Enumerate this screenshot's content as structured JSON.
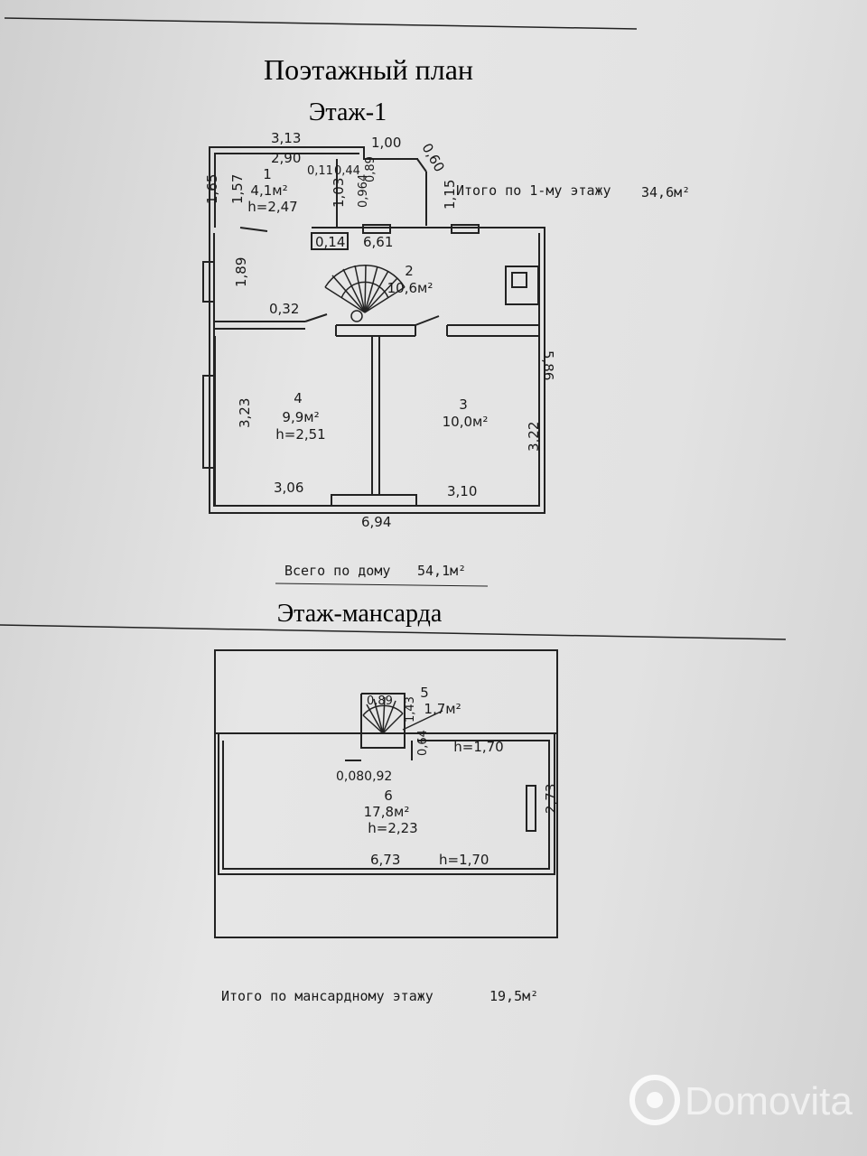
{
  "title": "Поэтажный план",
  "floor1": {
    "heading": "Этаж-1",
    "total_note": "Итого по 1-му этажу",
    "total_area": "34,6м²",
    "rooms": [
      {
        "num": "1",
        "area": "4,1м²",
        "height": "h=2,47"
      },
      {
        "num": "2",
        "area": "10,6м²",
        "height": ""
      },
      {
        "num": "3",
        "area": "10,0м²",
        "height": ""
      },
      {
        "num": "4",
        "area": "9,9м²",
        "height": "h=2,51"
      }
    ],
    "dims": {
      "d313": "3,13",
      "d290": "2,90",
      "d100": "1,00",
      "d060": "0,60",
      "d011": "0,11",
      "d044": "0,44",
      "d089": "0,89",
      "d165": "1,65",
      "d157": "1,57",
      "d103": "1,03",
      "d0964": "0,964",
      "d115": "1,15",
      "d014": "0,14",
      "d661": "6,61",
      "d189": "1,89",
      "d032": "0,32",
      "d586": "5,86",
      "d323": "3,23",
      "d322": "3,22",
      "d306": "3,06",
      "d310": "3,10",
      "d694": "6,94"
    }
  },
  "house_total_note": "Всего по дому",
  "house_total_area": "54,1м²",
  "attic": {
    "heading": "Этаж-мансарда",
    "total_note": "Итого по мансардному этажу",
    "total_area": "19,5м²",
    "rooms": [
      {
        "num": "5",
        "area": "1,7м²",
        "height": "h=1,70"
      },
      {
        "num": "6",
        "area": "17,8м²",
        "height": "h=2,23"
      }
    ],
    "dims": {
      "d089": "0,89",
      "d143": "1,43",
      "d064": "0,64",
      "d008092": "0,080,92",
      "d273": "2,73",
      "d673": "6,73",
      "dh170": "h=1,70"
    }
  },
  "watermark": "Domovita"
}
